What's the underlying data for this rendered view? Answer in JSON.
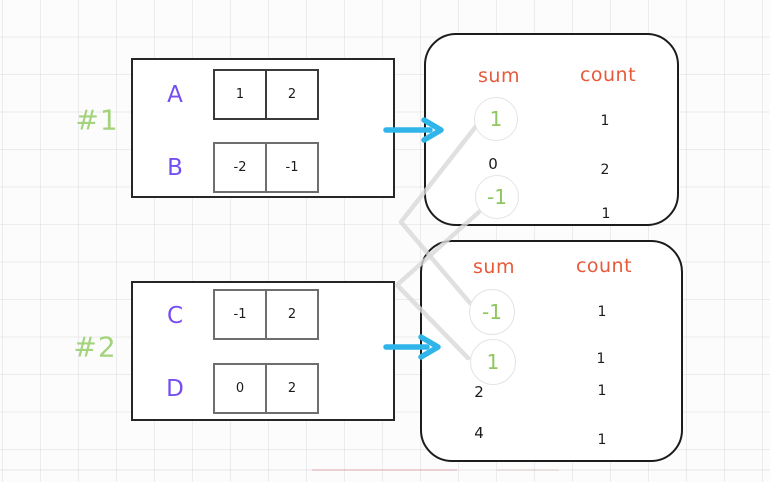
{
  "colors": {
    "accent_purple": "#764ef0",
    "accent_green_label": "#a3d37c",
    "accent_green_value": "#8ec75f",
    "accent_orange": "#e65a3a",
    "accent_blue": "#2fb5ea",
    "connector_gray": "#d8d8d8"
  },
  "groups": [
    {
      "label": "#1",
      "rows": [
        {
          "name": "A",
          "cells": [
            "1",
            "2"
          ]
        },
        {
          "name": "B",
          "cells": [
            "-2",
            "-1"
          ]
        }
      ]
    },
    {
      "label": "#2",
      "rows": [
        {
          "name": "C",
          "cells": [
            "-1",
            "2"
          ]
        },
        {
          "name": "D",
          "cells": [
            "0",
            "2"
          ]
        }
      ]
    }
  ],
  "results": [
    {
      "sum_header": "sum",
      "count_header": "count",
      "rows": [
        {
          "sum": "1",
          "count": "1",
          "highlighted": true
        },
        {
          "sum": "0",
          "count": "2",
          "highlighted": false
        },
        {
          "sum": "-1",
          "count": "1",
          "highlighted": true
        }
      ]
    },
    {
      "sum_header": "sum",
      "count_header": "count",
      "rows": [
        {
          "sum": "-1",
          "count": "1",
          "highlighted": true
        },
        {
          "sum": "1",
          "count": "1",
          "highlighted": true
        },
        {
          "sum": "2",
          "count": "1",
          "highlighted": false
        },
        {
          "sum": "4",
          "count": "1",
          "highlighted": false
        }
      ]
    }
  ]
}
